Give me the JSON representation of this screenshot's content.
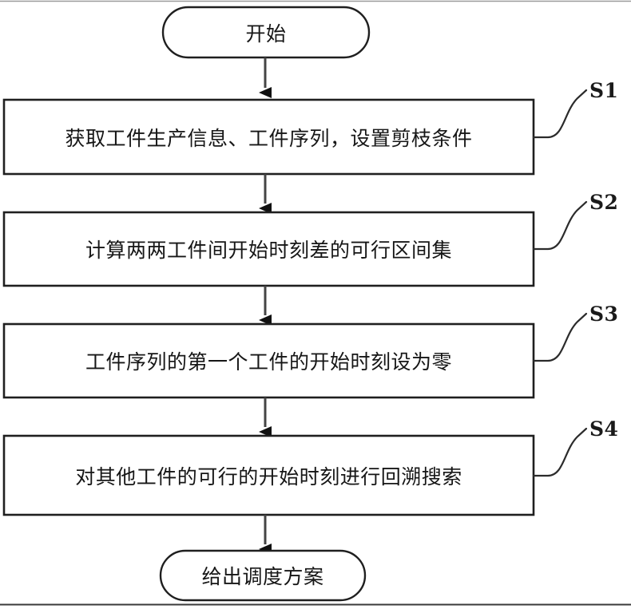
{
  "diagram": {
    "type": "flowchart",
    "orientation": "top-to-bottom",
    "stroke_color": "#1a1a1a",
    "fill_color": "#ffffff",
    "text_color": "#161616",
    "nodes": [
      {
        "id": "start",
        "shape": "terminator",
        "label": "开始"
      },
      {
        "id": "s1",
        "shape": "process",
        "label": "获取工件生产信息、工件序列，设置剪枝条件",
        "step": "S1"
      },
      {
        "id": "s2",
        "shape": "process",
        "label": "计算两两工件间开始时刻差的可行区间集",
        "step": "S2"
      },
      {
        "id": "s3",
        "shape": "process",
        "label": "工件序列的第一个工件的开始时刻设为零",
        "step": "S3"
      },
      {
        "id": "s4",
        "shape": "process",
        "label": "对其他工件的可行的开始时刻进行回溯搜索",
        "step": "S4"
      },
      {
        "id": "end",
        "shape": "terminator",
        "label": "给出调度方案"
      }
    ],
    "connectors": [
      {
        "from": "start",
        "to": "s1",
        "arrow": "solid-triangle"
      },
      {
        "from": "s1",
        "to": "s2",
        "arrow": "solid-triangle"
      },
      {
        "from": "s2",
        "to": "s3",
        "arrow": "solid-triangle"
      },
      {
        "from": "s3",
        "to": "s4",
        "arrow": "solid-triangle"
      },
      {
        "from": "s4",
        "to": "end",
        "arrow": "solid-triangle"
      }
    ],
    "leader_lines": [
      {
        "label": "S1",
        "from_node": "s1"
      },
      {
        "label": "S2",
        "from_node": "s2"
      },
      {
        "label": "S3",
        "from_node": "s3"
      },
      {
        "label": "S4",
        "from_node": "s4"
      }
    ]
  }
}
